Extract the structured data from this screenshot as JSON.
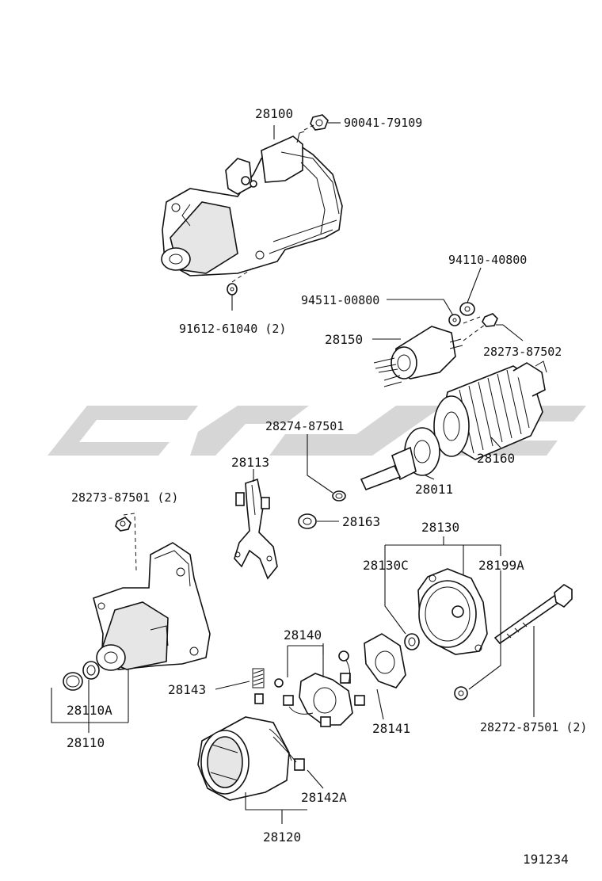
{
  "diagram_id": "191234",
  "parts": {
    "starter_assy": "28100",
    "nut_top": "90041-79109",
    "washer_bottom": "91612-61040 (2)",
    "nut_94110": "94110-40800",
    "washer_94511": "94511-00800",
    "magnetic_switch": "28150",
    "nut_87502": "28273-87502",
    "nut_87501_left": "28273-87501 (2)",
    "nut_28274": "28274-87501",
    "lever": "28113",
    "armature": "28160",
    "gear": "28011",
    "bush_28163": "28163",
    "end_frame_group": "28130",
    "bush_28130c": "28130C",
    "bearing_28199a": "28199A",
    "bolt_28272": "28272-87501 (2)",
    "brush_holder": "28140",
    "spring": "28143",
    "plate": "28141",
    "housing_sub": "28110A",
    "housing": "28110",
    "yoke_brush": "28142A",
    "yoke": "28120"
  }
}
